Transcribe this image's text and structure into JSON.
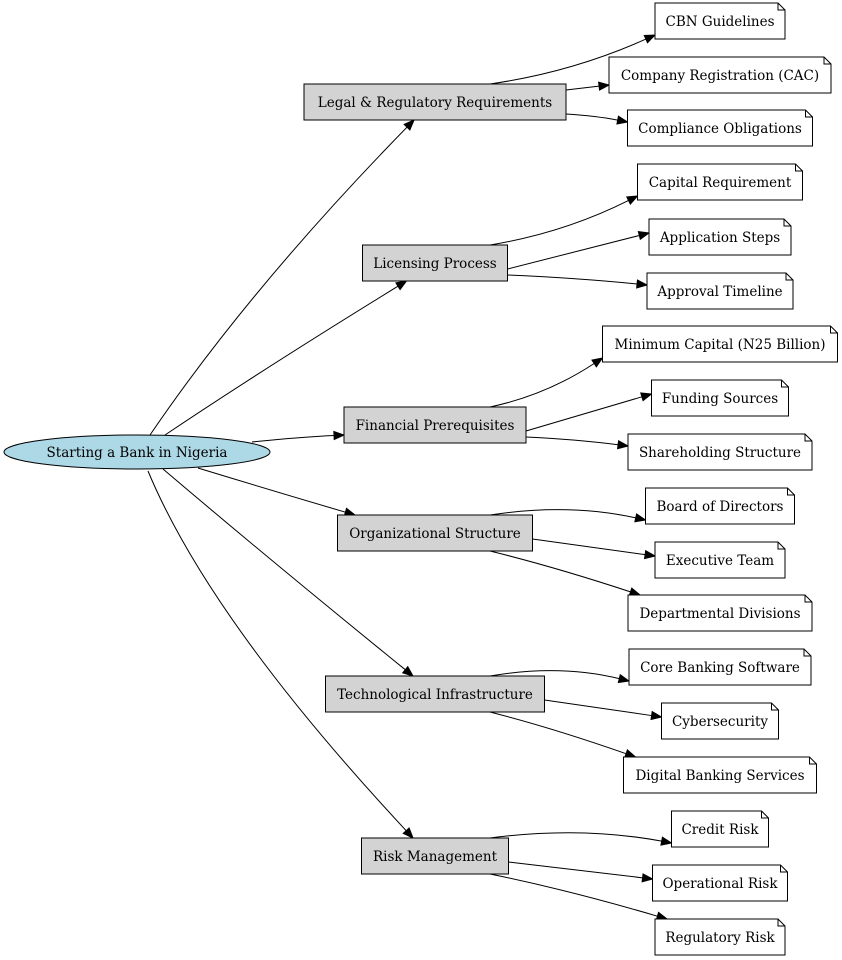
{
  "diagram": {
    "root": {
      "label": "Starting a Bank in Nigeria"
    },
    "categories": [
      {
        "label": "Legal & Regulatory Requirements",
        "children": [
          "CBN Guidelines",
          "Company Registration (CAC)",
          "Compliance Obligations"
        ]
      },
      {
        "label": "Licensing Process",
        "children": [
          "Capital Requirement",
          "Application Steps",
          "Approval Timeline"
        ]
      },
      {
        "label": "Financial Prerequisites",
        "children": [
          "Minimum Capital (N25 Billion)",
          "Funding Sources",
          "Shareholding Structure"
        ]
      },
      {
        "label": "Organizational Structure",
        "children": [
          "Board of Directors",
          "Executive Team",
          "Departmental Divisions"
        ]
      },
      {
        "label": "Technological Infrastructure",
        "children": [
          "Core Banking Software",
          "Cybersecurity",
          "Digital Banking Services"
        ]
      },
      {
        "label": "Risk Management",
        "children": [
          "Credit Risk",
          "Operational Risk",
          "Regulatory Risk"
        ]
      }
    ],
    "colors": {
      "root_fill": "#add8e6",
      "category_fill": "#d3d3d3",
      "leaf_fill": "#ffffff",
      "stroke": "#000000"
    }
  }
}
